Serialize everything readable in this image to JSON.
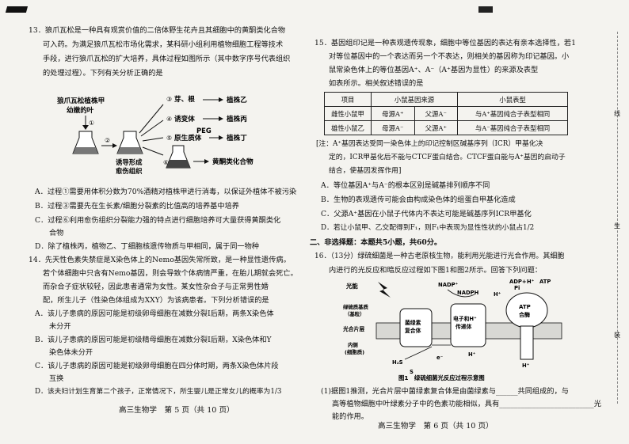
{
  "left": {
    "q13": {
      "lines": [
        "13．狼爪瓦松是一种具有观赏价值的二倍体野生花卉且其细胞中的黄酮类化合物",
        "可入药。为满足狼爪瓦松市场化需求，某科研小组利用植物细胞工程等技术",
        "手段，进行狼爪瓦松的扩大培养，具体过程如图所示（其中数字序号代表组织",
        "的处理过程）。下列有关分析正确的是"
      ],
      "diagram": {
        "source": "狼爪瓦松植株甲",
        "source2": "幼嫩的叶",
        "step1": "①",
        "step2": "②",
        "step3": "③",
        "step4": "④",
        "step5": "⑤",
        "step6": "⑥",
        "b3": "芽、根",
        "b4": "诱变体",
        "b5": "原生质体",
        "b6": "黄酮类化合物",
        "p_b": "植株乙",
        "p_c": "植株丙",
        "p_d": "植株丁",
        "peg": "PEG",
        "callus1": "诱导形成",
        "callus2": "愈伤组织"
      },
      "options": [
        "A．过程①需要用体积分数为70%酒精对植株甲进行消毒，以保证外植体不被污染",
        "B．过程③需要先在生长素/细胞分裂素的比值高的培养基中培养",
        "C．过程⑥利用愈伤组织分裂能力强的特点进行细胞培养可大量获得黄酮类化",
        "合物",
        "D．除了植株丙，植物乙、丁细胞核遗传物质与甲相同，属于同一物种"
      ]
    },
    "q14": {
      "lines": [
        "14．先天性色素失禁症是X染色体上的Nemo基因失常所致，是一种显性遗传病。",
        "若个体细胞中只含有Nemo基因，则会导致个体病情严重，在胎儿期就会死亡。",
        "而杂合子症状较轻，因此患者通常为女性。某女性杂合子与正常男性婚",
        "配，所生儿子（性染色体组成为XXY）为该病患者。下列分析错误的是"
      ],
      "options": [
        "A．该儿子患病的原因可能是初级卵母细胞在减数分裂Ⅰ后期，两条X染色体",
        "未分开",
        "B．该儿子患病的原因可能是初级精母细胞在减数分裂Ⅰ后期，X染色体和Y",
        "染色体未分开",
        "C．该儿子患病的原因可能是初级卵母细胞在四分体时期，两条X染色体片段",
        "互换",
        "D．该夫妇计划生育第二个孩子，正常情况下，所生婴儿是正常女儿的概率为1/3"
      ]
    },
    "footer": "高三生物学　第 5 页（共 10 页）"
  },
  "right": {
    "q15": {
      "lines": [
        "15．基因组印记是一种表观遗传现象，细胞中等位基因的表达有亲本选择性，若1",
        "对等位基因中的一个表达而另一个不表达，则相关的基因称为印记基因。小",
        "鼠常染色体上的等位基因A⁺、A⁻（A⁺基因为显性）的来源及表型",
        "如表所示。相关叙述错误的是"
      ],
      "table": {
        "headers": [
          "项目",
          "小鼠基因来源",
          "小鼠表型"
        ],
        "rows": [
          [
            "雌性小鼠甲",
            "母源A⁺",
            "父源A⁻",
            "与A⁺基因纯合子表型相同"
          ],
          [
            "雄性小鼠乙",
            "母源A⁻",
            "父源A⁺",
            "与A⁻基因纯合子表型相同"
          ]
        ]
      },
      "note": [
        "[注：A⁺基因表达受同一染色体上的印记控制区碱基序列（ICR）甲基化决",
        "定的，ICR甲基化后不能与CTCF蛋白结合。CTCF蛋白能与A⁺基因的启动子",
        "结合，使基因发挥作用]"
      ],
      "options": [
        "A．等位基因A⁺与A⁻的根本区别是碱基排列顺序不同",
        "B．生物的表观遗传可能会由构成染色体的组蛋白甲基化造成",
        "C．父源A⁺基因在小鼠子代体内不表达可能是碱基序列ICR甲基化",
        "D．若让小鼠甲、乙交配得到F₁，则F₁中表现为显性性状的小鼠占1/2"
      ]
    },
    "section2": "二、非选择题：本题共5小题，共60分。",
    "q16": {
      "lines": [
        "16．（13分）绿硫细菌是一种古老原核生物，能利用光能进行光合作用。其细胞",
        "内进行的光反应和暗反应过程如下图1和图2所示。回答下列问题："
      ],
      "fig": {
        "light": "光能",
        "chlorosome1": "绿硫质基质",
        "chlorosome2": "（基粒）",
        "membrane": "光合片层",
        "inner1": "内侧",
        "inner2": "(细胞质)",
        "rc1": "菌绿素",
        "rc2": "复合体",
        "et1": "电子和H⁺",
        "et2": "传递体",
        "atp1": "ATP",
        "atp2": "合酶",
        "nadp": "NADP⁺",
        "nadph": "NADPH",
        "adp": "ADP+",
        "pi": "Pi",
        "atp": "ATP",
        "h": "H⁺",
        "h2s": "H₂S",
        "s": "S",
        "electron": "e⁻",
        "caption": "图1　绿硫细菌光反应过程示意图"
      },
      "sub1": [
        "(1)据图1推测，光合片层中菌绿素复合体是由菌绿素与______共同组成的，与",
        "高等植物细胞中叶绿素分子中的色素功能相似，具有__________________________光",
        "能的作用。"
      ]
    },
    "footer": "高三生物学　第 6 页（共 10 页）"
  },
  "side_chars": [
    "线",
    "生",
    "装"
  ]
}
